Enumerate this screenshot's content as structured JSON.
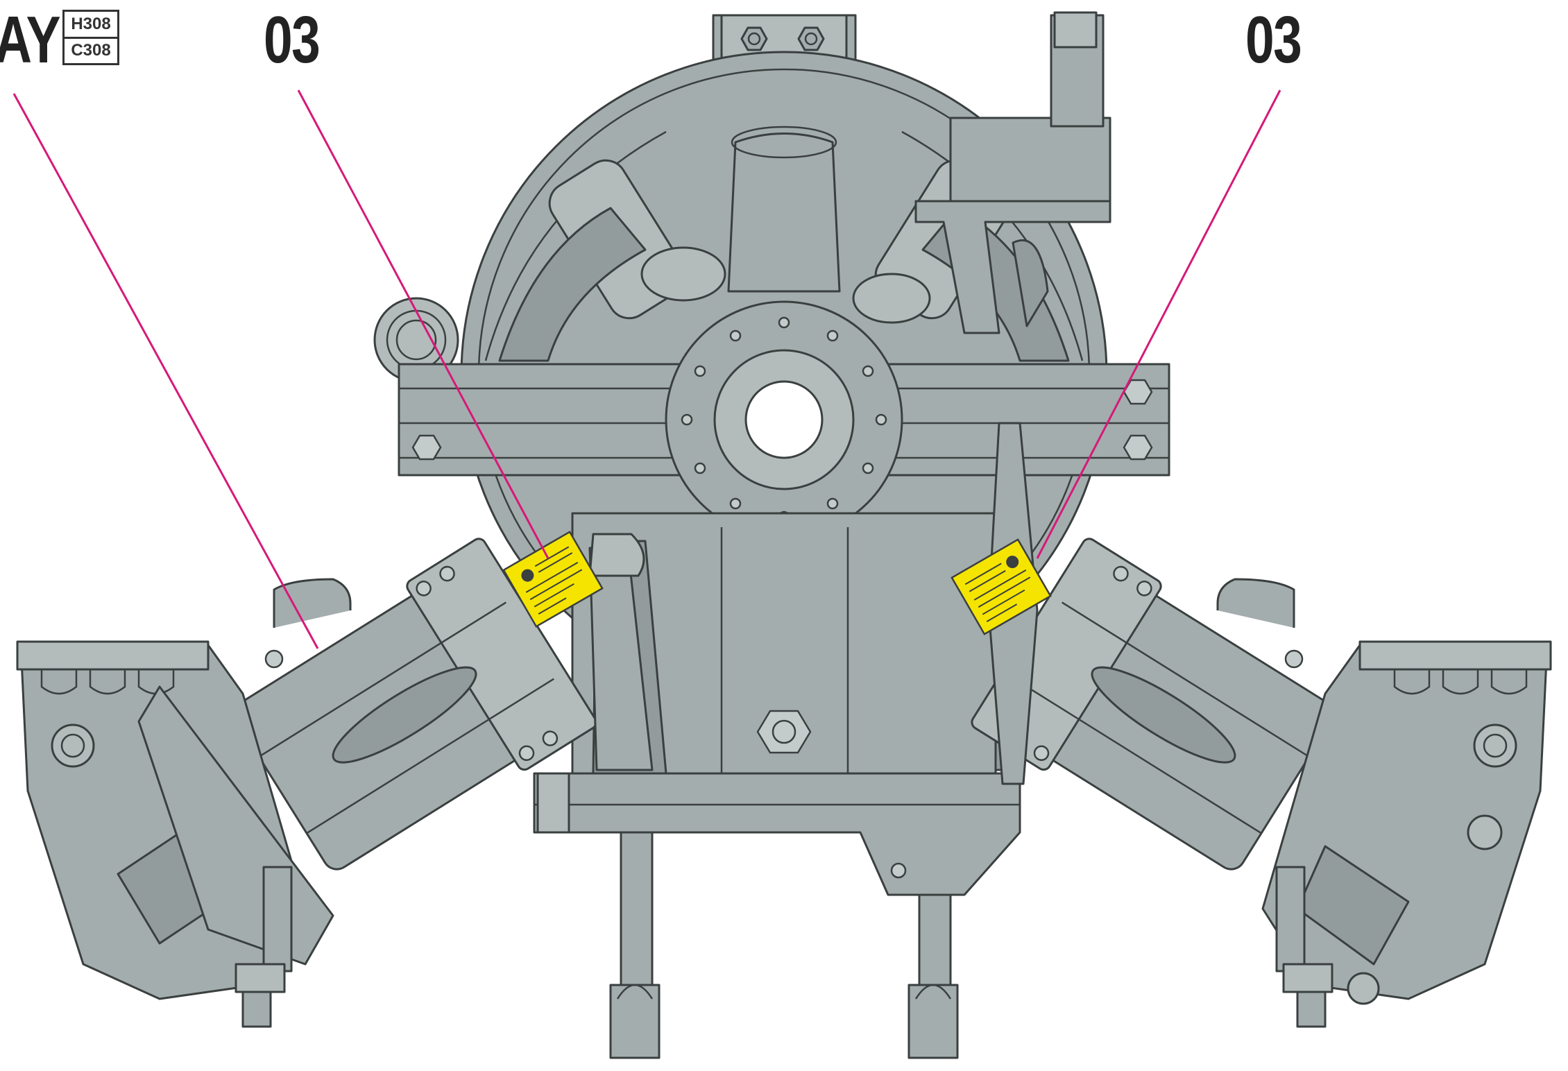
{
  "labels": {
    "left_truncated": "AY",
    "callout_left": "03",
    "callout_right": "03"
  },
  "badge": {
    "top": "H308",
    "bottom": "C308"
  },
  "colors": {
    "body": "#a4adad",
    "outline": "#3a3f3f",
    "leader": "#d6197a",
    "warning": "#f5e400",
    "text": "#222222"
  },
  "icons": [
    "warning-label-icon",
    "warning-label-icon"
  ]
}
